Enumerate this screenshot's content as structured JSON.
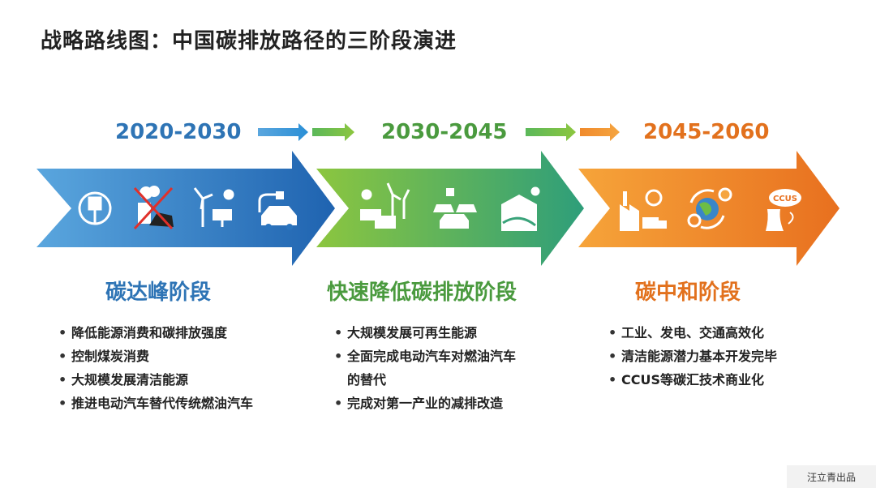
{
  "title": "战略路线图：中国碳排放路径的三阶段演进",
  "phases": [
    {
      "years": "2020-2030",
      "stage": "碳达峰阶段",
      "color": "#2e74b5",
      "bullets": [
        "降低能源消费和碳排放强度",
        "控制煤炭消费",
        "大规模发展清洁能源",
        "推进电动汽车替代传统燃油汽车"
      ],
      "icons": [
        "electric-plug-icon",
        "no-coal-icon",
        "wind-solar-icon",
        "electric-car-icon"
      ]
    },
    {
      "years": "2030-2045",
      "stage": "快速降低碳排放阶段",
      "color": "#4a9a3e",
      "bullets": [
        "大规模发展可再生能源",
        "全面完成电动汽车对燃油汽车",
        "的替代",
        "完成对第一产业的减排改造"
      ],
      "icons": [
        "solar-wind-farm-icon",
        "electric-cars-icon",
        "green-farm-icon"
      ]
    },
    {
      "years": "2045-2060",
      "stage": "碳中和阶段",
      "color": "#e2711d",
      "bullets": [
        "工业、发电、交通高效化",
        "清洁能源潜力基本开发完毕",
        "CCUS等碳汇技术商业化"
      ],
      "icons": [
        "factory-truck-icon",
        "earth-energy-cycle-icon",
        "ccus-icon"
      ],
      "ccus_label": "CCUS"
    }
  ],
  "credit": "汪立青出品"
}
